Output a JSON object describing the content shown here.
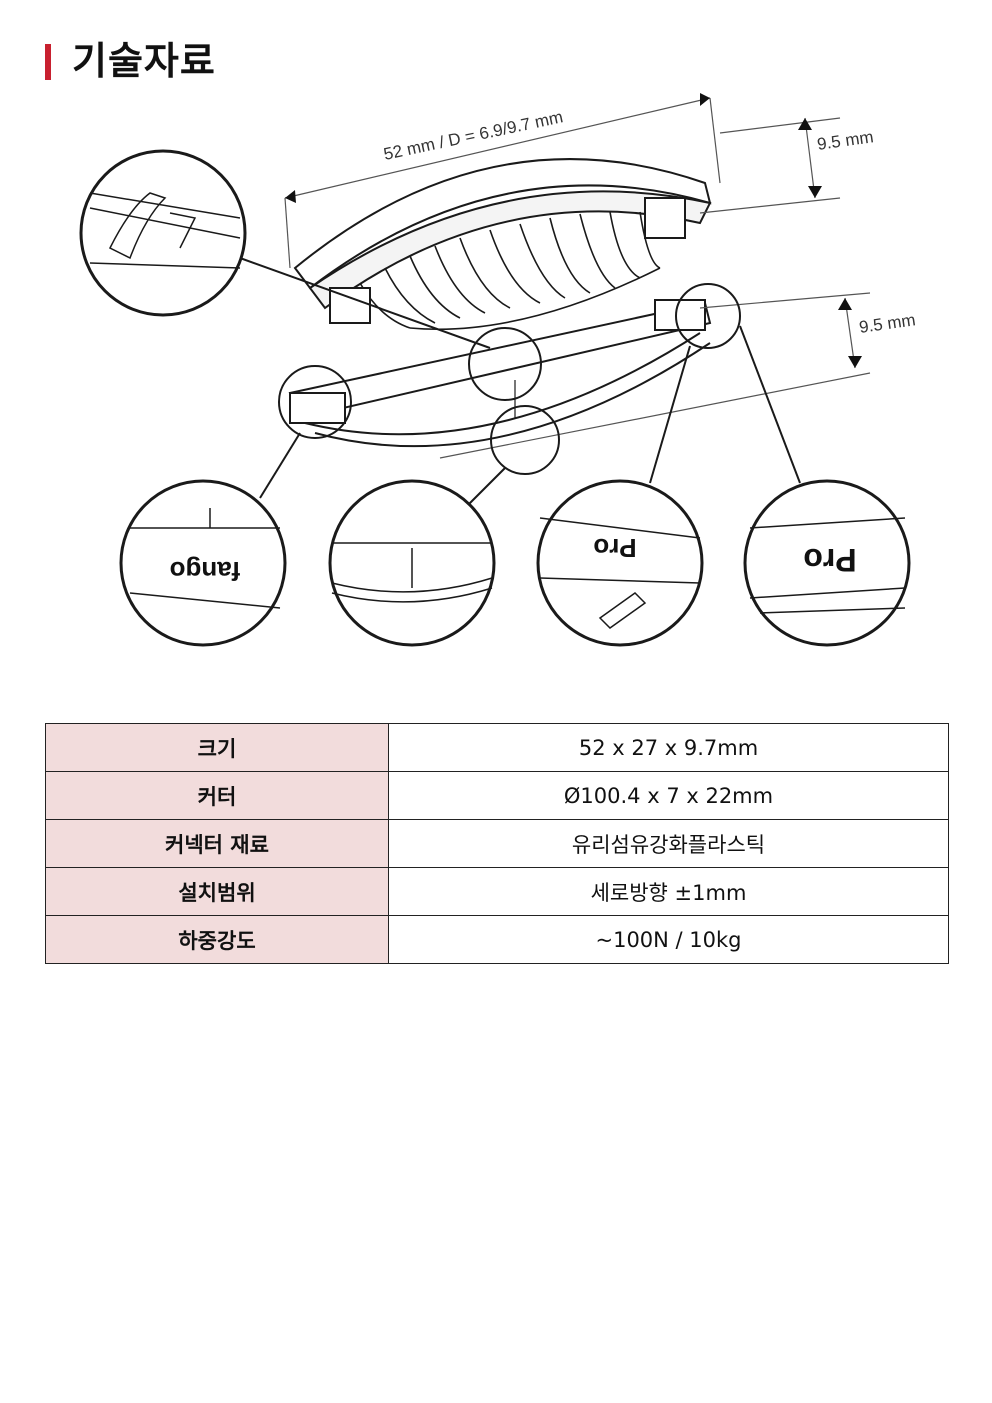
{
  "title": "기술자료",
  "figure": {
    "dim_top": "52 mm / D = 6.9/9.7 mm",
    "dim_height_upper": "9.5 mm",
    "dim_height_lower": "9.5 mm",
    "zoom_label_left": "fango",
    "zoom_label_right1": "Pro",
    "zoom_label_right2": "Pro"
  },
  "spec_table": {
    "rows": [
      {
        "label": "크기",
        "value": "52  x  27  x  9.7mm"
      },
      {
        "label": "커터",
        "value": "Ø100.4  x  7  x  22mm"
      },
      {
        "label": "커넥터  재료",
        "value": "유리섬유강화플라스틱"
      },
      {
        "label": "설치범위",
        "value": "세로방향  ±1mm"
      },
      {
        "label": "하중강도",
        "value": "~100N  /  10kg"
      }
    ]
  }
}
